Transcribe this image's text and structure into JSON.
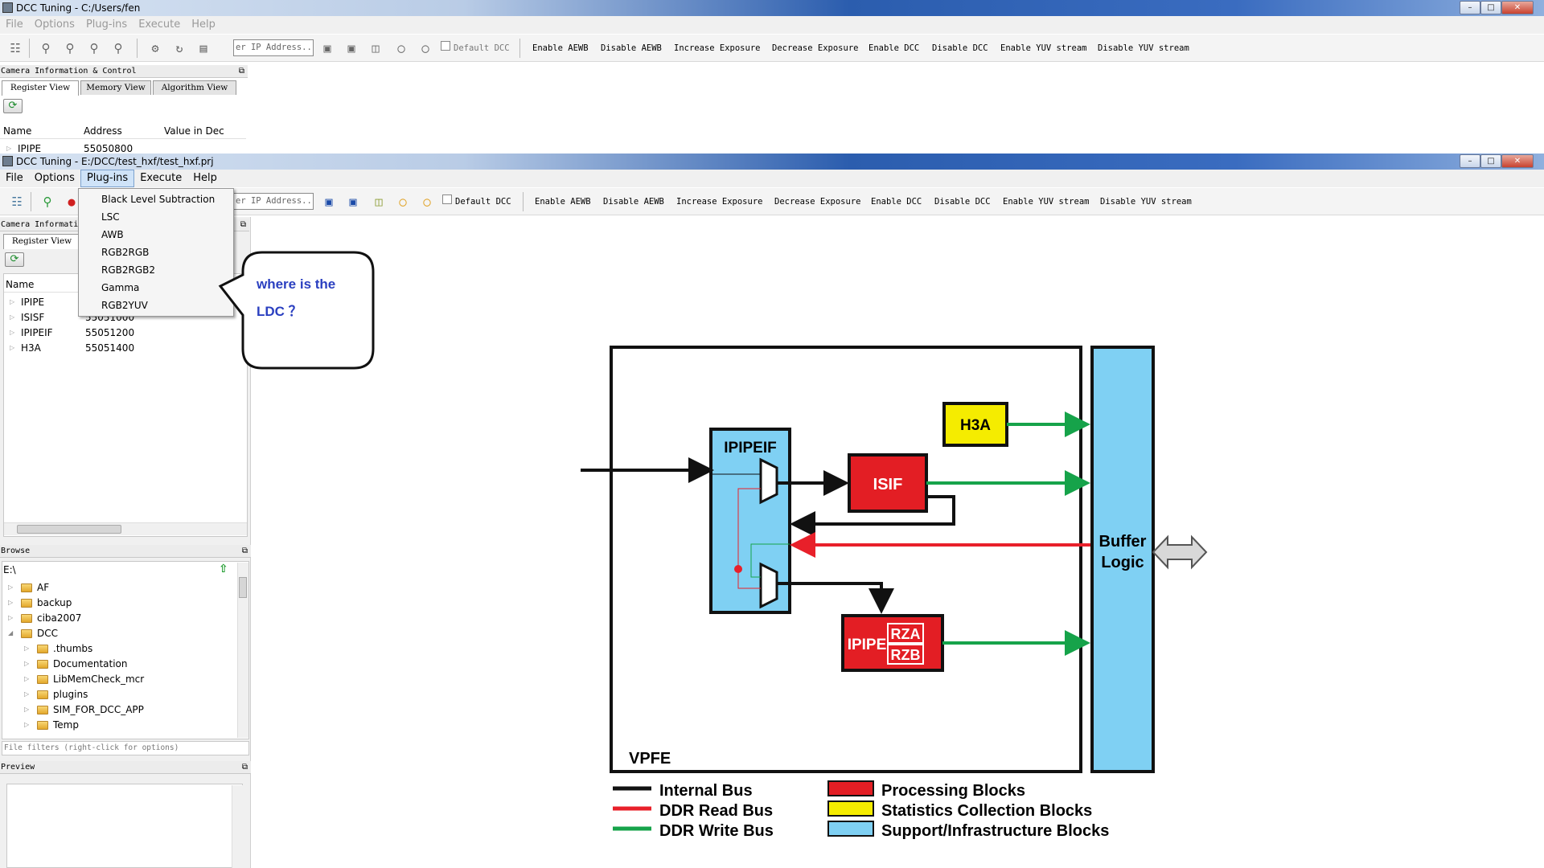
{
  "back_window": {
    "title": "DCC Tuning - C:/Users/fen",
    "menu": [
      "File",
      "Options",
      "Plug-ins",
      "Execute",
      "Help"
    ],
    "toolbar": {
      "ip_placeholder": "er IP Address...",
      "default_dcc": "Default DCC",
      "buttons": [
        "Enable AEWB",
        "Disable AEWB",
        "Increase Exposure",
        "Decrease Exposure",
        "Enable DCC",
        "Disable DCC",
        "Enable YUV stream",
        "Disable YUV stream"
      ]
    },
    "panel_title": "Camera Information & Control",
    "tabs": [
      "Register View",
      "Memory View",
      "Algorithm View"
    ],
    "columns": [
      "Name",
      "Address",
      "Value in Dec"
    ],
    "rows": [
      {
        "name": "IPIPE",
        "address": "55050800"
      }
    ]
  },
  "front_window": {
    "title": "DCC Tuning - E:/DCC/test_hxf/test_hxf.prj",
    "menu": [
      "File",
      "Options",
      "Plug-ins",
      "Execute",
      "Help"
    ],
    "active_menu": "Plug-ins",
    "plugins_menu": [
      "Black Level Subtraction",
      "LSC",
      "AWB",
      "RGB2RGB",
      "RGB2RGB2",
      "Gamma",
      "RGB2YUV"
    ],
    "toolbar": {
      "ip_placeholder": "er IP Address...",
      "default_dcc": "Default DCC",
      "buttons": [
        "Enable AEWB",
        "Disable AEWB",
        "Increase Exposure",
        "Decrease Exposure",
        "Enable DCC",
        "Disable DCC",
        "Enable YUV stream",
        "Disable YUV stream"
      ]
    },
    "panel_title": "Camera Informati",
    "tab": "Register View",
    "column_name": "Name",
    "rows": [
      {
        "name": "IPIPE",
        "address": ""
      },
      {
        "name": "ISISF",
        "address": "55051000"
      },
      {
        "name": "IPIPEIF",
        "address": "55051200"
      },
      {
        "name": "H3A",
        "address": "55051400"
      }
    ],
    "browse": {
      "title": "Browse",
      "path": "E:\\",
      "items": [
        {
          "name": "AF",
          "level": 0,
          "expanded": false
        },
        {
          "name": "backup",
          "level": 0,
          "expanded": false
        },
        {
          "name": "ciba2007",
          "level": 0,
          "expanded": false
        },
        {
          "name": "DCC",
          "level": 0,
          "expanded": true
        },
        {
          "name": ".thumbs",
          "level": 1,
          "expanded": false
        },
        {
          "name": "Documentation",
          "level": 1,
          "expanded": false
        },
        {
          "name": "LibMemCheck_mcr",
          "level": 1,
          "expanded": false
        },
        {
          "name": "plugins",
          "level": 1,
          "expanded": false
        },
        {
          "name": "SIM_FOR_DCC_APP",
          "level": 1,
          "expanded": false
        },
        {
          "name": "Temp",
          "level": 1,
          "expanded": false
        }
      ],
      "filter_text": "File filters (right-click for options)"
    },
    "preview_title": "Preview"
  },
  "callout": {
    "line1": "where is the",
    "line2": "LDC ？"
  },
  "diagram": {
    "blocks": {
      "ipipeif": "IPIPEIF",
      "isif": "ISIF",
      "h3a": "H3A",
      "ipipe": "IPIPE",
      "rza": "RZA",
      "rzb": "RZB",
      "buffer_line1": "Buffer",
      "buffer_line2": "Logic",
      "vpfe": "VPFE"
    },
    "legend": {
      "internal_bus": "Internal Bus",
      "ddr_read_bus": "DDR Read Bus",
      "ddr_write_bus": "DDR Write Bus",
      "processing": "Processing Blocks",
      "statistics": "Statistics Collection Blocks",
      "support": "Support/Infrastructure Blocks"
    },
    "colors": {
      "black": "#111111",
      "red": "#e8202a",
      "green": "#16a34a",
      "yellow": "#f5ec00",
      "blue": "#7fd0f3",
      "processing": "#e31e24"
    }
  }
}
